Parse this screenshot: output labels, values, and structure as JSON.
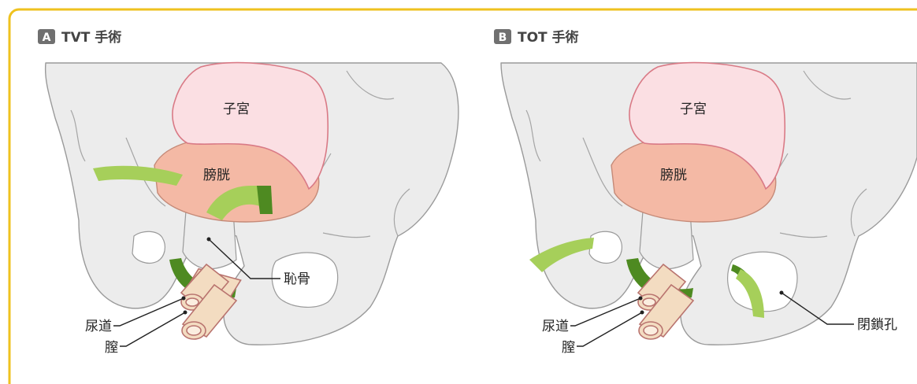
{
  "panel_a": {
    "badge": "A",
    "title": "TVT 手術",
    "labels": {
      "uterus": "子宮",
      "bladder": "膀胱",
      "pubic_bone": "恥骨",
      "urethra": "尿道",
      "vagina": "膣"
    }
  },
  "panel_b": {
    "badge": "B",
    "title": "TOT 手術",
    "labels": {
      "uterus": "子宮",
      "bladder": "膀胱",
      "urethra": "尿道",
      "vagina": "膣",
      "obturator": "閉鎖孔"
    }
  },
  "colors": {
    "border": "#efc21f",
    "bone_fill": "#ececec",
    "bone_stroke": "#9a9a9a",
    "uterus_fill": "#fbdfe3",
    "uterus_stroke": "#d97a86",
    "bladder_fill": "#f4b9a5",
    "tape_light": "#a6cf5a",
    "tape_dark": "#4e8a21",
    "tube_fill": "#f3dcc1",
    "tube_stroke": "#b9746f",
    "badge_fill": "#707070"
  }
}
